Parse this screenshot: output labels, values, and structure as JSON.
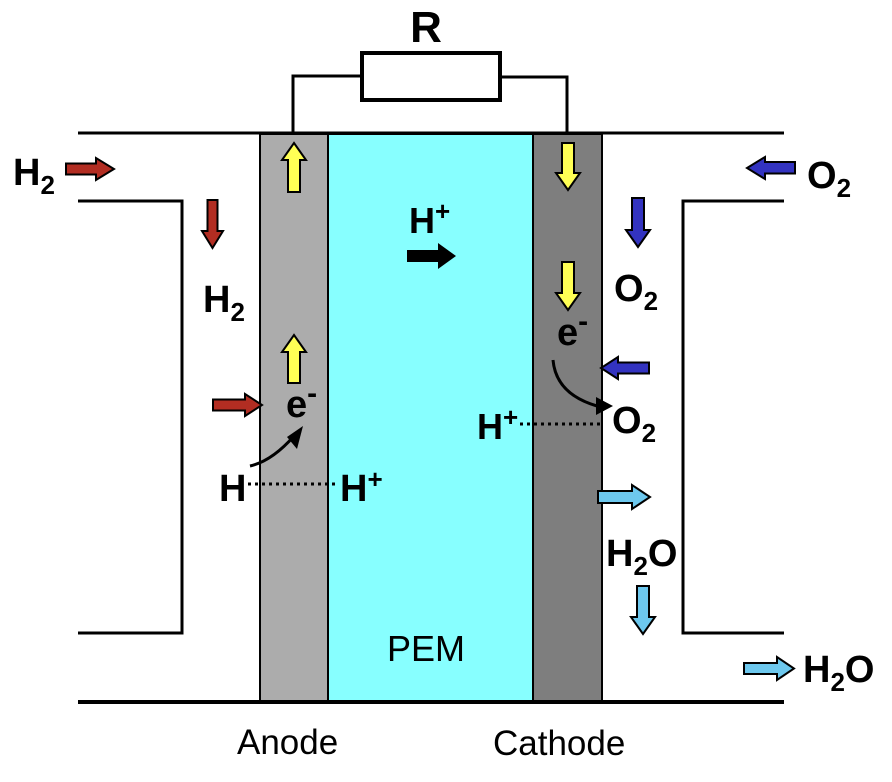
{
  "colors": {
    "hydrogen_arrow": "#b22d22",
    "oxygen_arrow": "#3333c0",
    "water_arrow": "#6dc8ee",
    "electron_arrow": "#ffff55",
    "proton_arrow": "#000000",
    "membrane_fill": "#87ffff",
    "anode_fill": "#acacac",
    "cathode_fill": "#7e7e7e",
    "wire_fill": "#ffffff",
    "line_color": "#000000",
    "background": "#ffffff"
  },
  "circuit": {
    "resistor_label": "R"
  },
  "cell": {
    "membrane_label": "PEM",
    "anode_label": "Anode",
    "cathode_label": "Cathode"
  },
  "species": {
    "h2_inlet": {
      "base": "H",
      "sub": "2"
    },
    "h2_channel": {
      "base": "H",
      "sub": "2"
    },
    "h_atom": {
      "base": "H"
    },
    "h_proton_left": {
      "base": "H",
      "sup": "+"
    },
    "electron_anode": {
      "base": "e",
      "sup": "-"
    },
    "proton_membrane": {
      "base": "H",
      "sup": "+"
    },
    "electron_cathode": {
      "base": "e",
      "sup": "-"
    },
    "proton_cathode": {
      "base": "H",
      "sup": "+"
    },
    "o2_inlet": {
      "base": "O",
      "sub": "2"
    },
    "o2_channel": {
      "base": "O",
      "sub": "2"
    },
    "o2_reaction": {
      "base": "O",
      "sub": "2"
    },
    "h2o_channel": {
      "base": "H",
      "sub": "2",
      "base2": "O"
    },
    "h2o_outlet": {
      "base": "H",
      "sub": "2",
      "base2": "O"
    }
  },
  "arrow_icons": {
    "hydrogen_flow": [
      "h2-inlet-arrow",
      "h2-channel-arrow",
      "h2-into-anode-arrow"
    ],
    "electron_flow": [
      "electron-up-arrow-1",
      "electron-up-arrow-2",
      "electron-down-arrow-1",
      "electron-down-arrow-2"
    ],
    "oxygen_flow": [
      "o2-inlet-arrow",
      "o2-channel-arrow",
      "o2-into-cathode-arrow"
    ],
    "proton_flow": [
      "proton-flow-arrow"
    ],
    "water_flow": [
      "h2o-from-cathode-arrow",
      "h2o-down-arrow",
      "h2o-outlet-arrow"
    ]
  }
}
